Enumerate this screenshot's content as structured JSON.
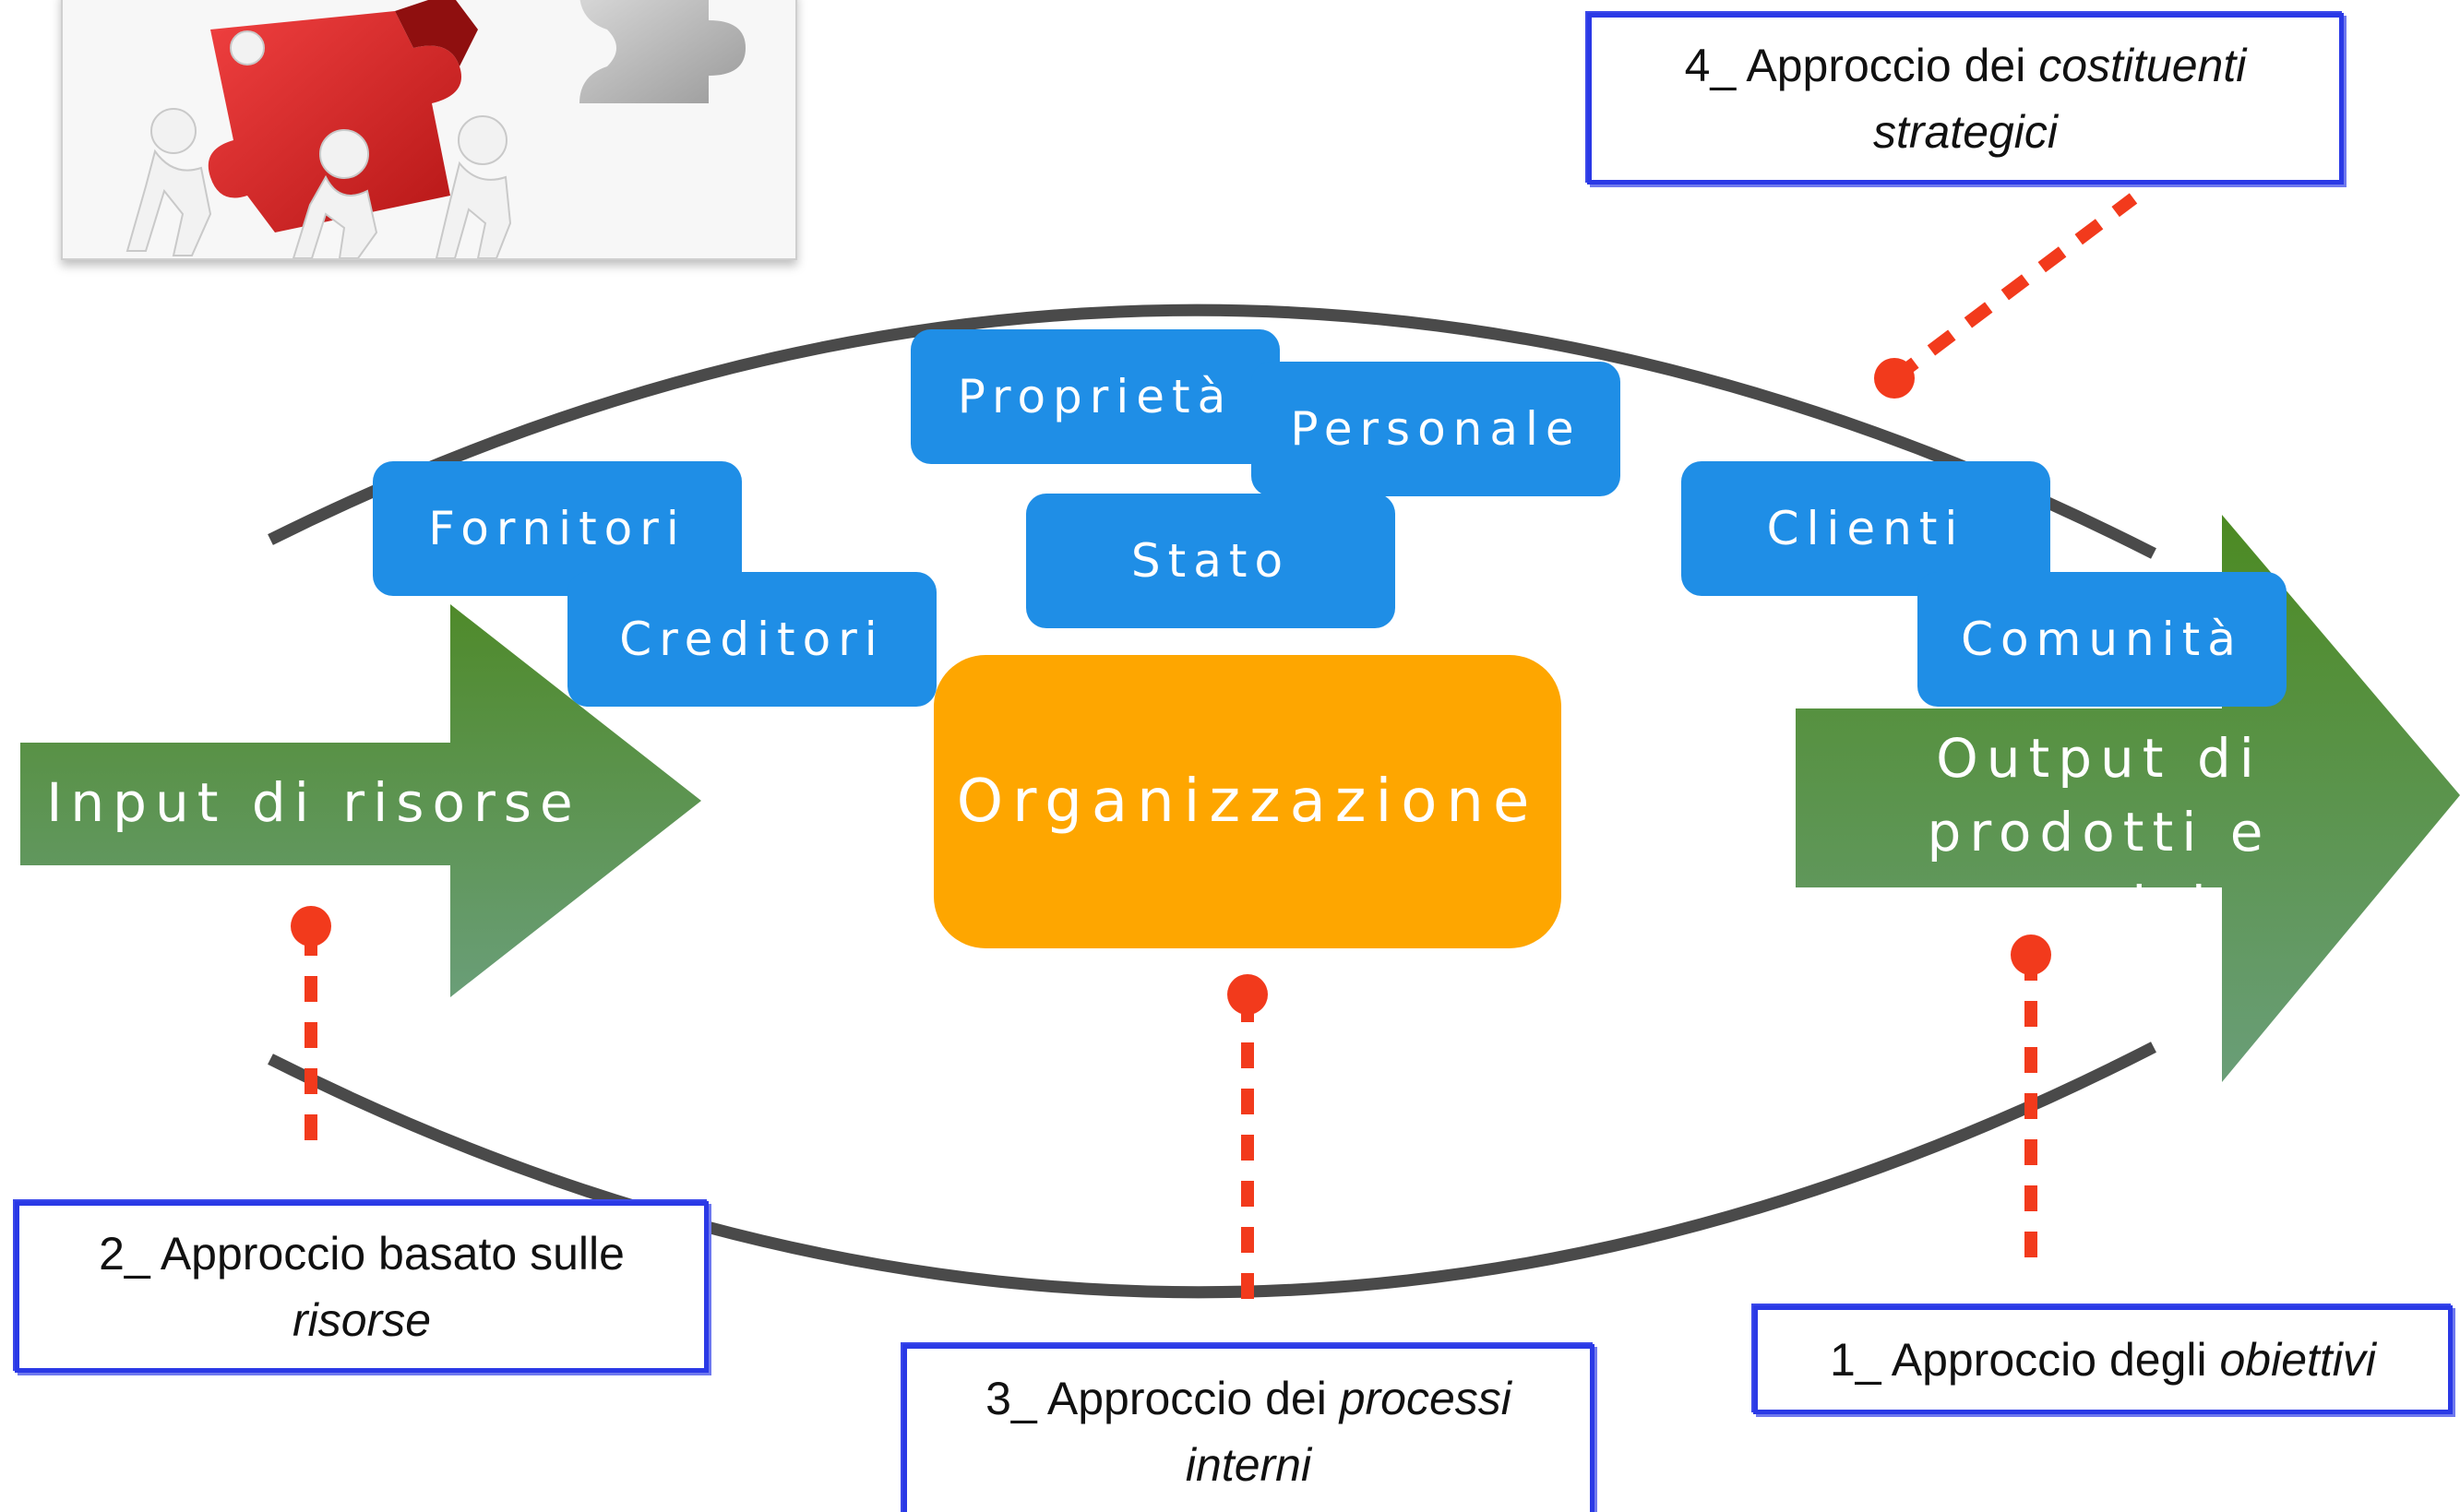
{
  "organization": {
    "label": "Organizzazione"
  },
  "input_arrow": {
    "label": "Input di risorse"
  },
  "output_arrow": {
    "line1": "Output di",
    "line2": "prodotti e servizi"
  },
  "stakeholders": {
    "fornitori": "Fornitori",
    "creditori": "Creditori",
    "proprieta": "Proprietà",
    "personale": "Personale",
    "stato": "Stato",
    "clienti": "Clienti",
    "comunita": "Comunità"
  },
  "approaches": {
    "a1": {
      "prefix": "1_ Approccio degli ",
      "emph": "obiettivi"
    },
    "a2": {
      "line1": "2_ Approccio basato sulle",
      "emph": "risorse"
    },
    "a3": {
      "prefix": "3_ Approccio dei ",
      "emph1": "processi",
      "emph2": "interni"
    },
    "a4": {
      "prefix": "4_ Approccio dei ",
      "emph1": "costituenti",
      "emph2": "strategici"
    }
  },
  "colors": {
    "stakeholder_blue": "#1f8ee6",
    "organization_orange": "#fea600",
    "arrow_green_top": "#4f8a2a",
    "arrow_green_bottom": "#6a9e78",
    "connector_red": "#f23a1c",
    "ellipse_gray": "#4a4a4a",
    "note_border": "#2a39e6"
  },
  "image": {
    "subject": "puzzle-people-illustration"
  }
}
